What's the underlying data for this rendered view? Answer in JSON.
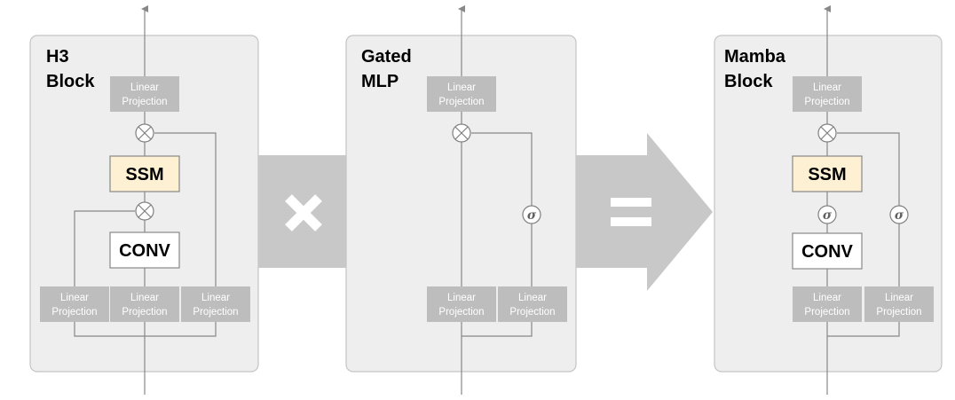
{
  "panels": {
    "h3": {
      "title_line1": "H3",
      "title_line2": "Block"
    },
    "gated": {
      "title_line1": "Gated",
      "title_line2": "MLP"
    },
    "mamba": {
      "title_line1": "Mamba",
      "title_line2": "Block"
    }
  },
  "labels": {
    "proj_line1": "Linear",
    "proj_line2": "Projection",
    "ssm": "SSM",
    "conv": "CONV",
    "sigma": "σ"
  },
  "colors": {
    "panel_fill": "#eeeeee",
    "projection_fill": "#bdbdbd",
    "ssm_fill": "#fdf0d3",
    "operator_arrow": "#c8c8c8"
  }
}
